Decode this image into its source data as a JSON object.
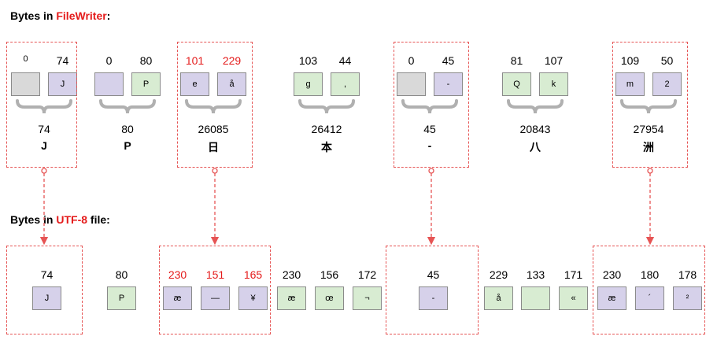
{
  "headings": {
    "filewriter": {
      "prefix": "Bytes in ",
      "highlight": "FileWriter",
      "suffix": ":"
    },
    "utf8": {
      "prefix": "Bytes in ",
      "highlight": "UTF-8",
      "suffix": " file:"
    }
  },
  "colors": {
    "gray": "#d9d9d9",
    "purple": "#d6d1ea",
    "green": "#d8ecd2",
    "red": "#e41a1a",
    "dash": "#e65454"
  },
  "filewriter_groups": [
    {
      "bytes": [
        {
          "value": "0",
          "label": "",
          "color": "gray"
        },
        {
          "value": "74",
          "label": "J",
          "color": "purple"
        }
      ],
      "code": "74",
      "char": "J",
      "highlighted": true,
      "red_values": false
    },
    {
      "bytes": [
        {
          "value": "0",
          "label": "",
          "color": "purple"
        },
        {
          "value": "80",
          "label": "P",
          "color": "green"
        }
      ],
      "code": "80",
      "char": "P",
      "highlighted": false,
      "red_values": false
    },
    {
      "bytes": [
        {
          "value": "101",
          "label": "e",
          "color": "purple"
        },
        {
          "value": "229",
          "label": "å",
          "color": "purple"
        }
      ],
      "code": "26085",
      "char": "日",
      "highlighted": true,
      "red_values": true
    },
    {
      "bytes": [
        {
          "value": "103",
          "label": "g",
          "color": "green"
        },
        {
          "value": "44",
          "label": ",",
          "color": "green"
        }
      ],
      "code": "26412",
      "char": "本",
      "highlighted": false,
      "red_values": false
    },
    {
      "bytes": [
        {
          "value": "0",
          "label": "",
          "color": "gray"
        },
        {
          "value": "45",
          "label": "-",
          "color": "purple"
        }
      ],
      "code": "45",
      "char": "-",
      "highlighted": true,
      "red_values": false
    },
    {
      "bytes": [
        {
          "value": "81",
          "label": "Q",
          "color": "green"
        },
        {
          "value": "107",
          "label": "k",
          "color": "green"
        }
      ],
      "code": "20843",
      "char": "八",
      "highlighted": false,
      "red_values": false
    },
    {
      "bytes": [
        {
          "value": "109",
          "label": "m",
          "color": "purple"
        },
        {
          "value": "50",
          "label": "2",
          "color": "purple"
        }
      ],
      "code": "27954",
      "char": "洲",
      "highlighted": true,
      "red_values": false
    }
  ],
  "utf8_groups": [
    {
      "bytes": [
        {
          "value": "74",
          "label": "J",
          "color": "purple"
        }
      ],
      "highlighted": true,
      "red_values": false
    },
    {
      "bytes": [
        {
          "value": "80",
          "label": "P",
          "color": "green"
        }
      ],
      "highlighted": false,
      "red_values": false
    },
    {
      "bytes": [
        {
          "value": "230",
          "label": "æ",
          "color": "purple"
        },
        {
          "value": "151",
          "label": "—",
          "color": "purple"
        },
        {
          "value": "165",
          "label": "¥",
          "color": "purple"
        }
      ],
      "highlighted": true,
      "red_values": true
    },
    {
      "bytes": [
        {
          "value": "230",
          "label": "æ",
          "color": "green"
        },
        {
          "value": "156",
          "label": "œ",
          "color": "green"
        },
        {
          "value": "172",
          "label": "¬",
          "color": "green"
        }
      ],
      "highlighted": false,
      "red_values": false
    },
    {
      "bytes": [
        {
          "value": "45",
          "label": "-",
          "color": "purple"
        }
      ],
      "highlighted": true,
      "red_values": false
    },
    {
      "bytes": [
        {
          "value": "229",
          "label": "å",
          "color": "green"
        },
        {
          "value": "133",
          "label": "",
          "color": "green"
        },
        {
          "value": "171",
          "label": "«",
          "color": "green"
        }
      ],
      "highlighted": false,
      "red_values": false
    },
    {
      "bytes": [
        {
          "value": "230",
          "label": "æ",
          "color": "purple"
        },
        {
          "value": "180",
          "label": "´",
          "color": "purple"
        },
        {
          "value": "178",
          "label": "²",
          "color": "purple"
        }
      ],
      "highlighted": true,
      "red_values": false
    }
  ]
}
